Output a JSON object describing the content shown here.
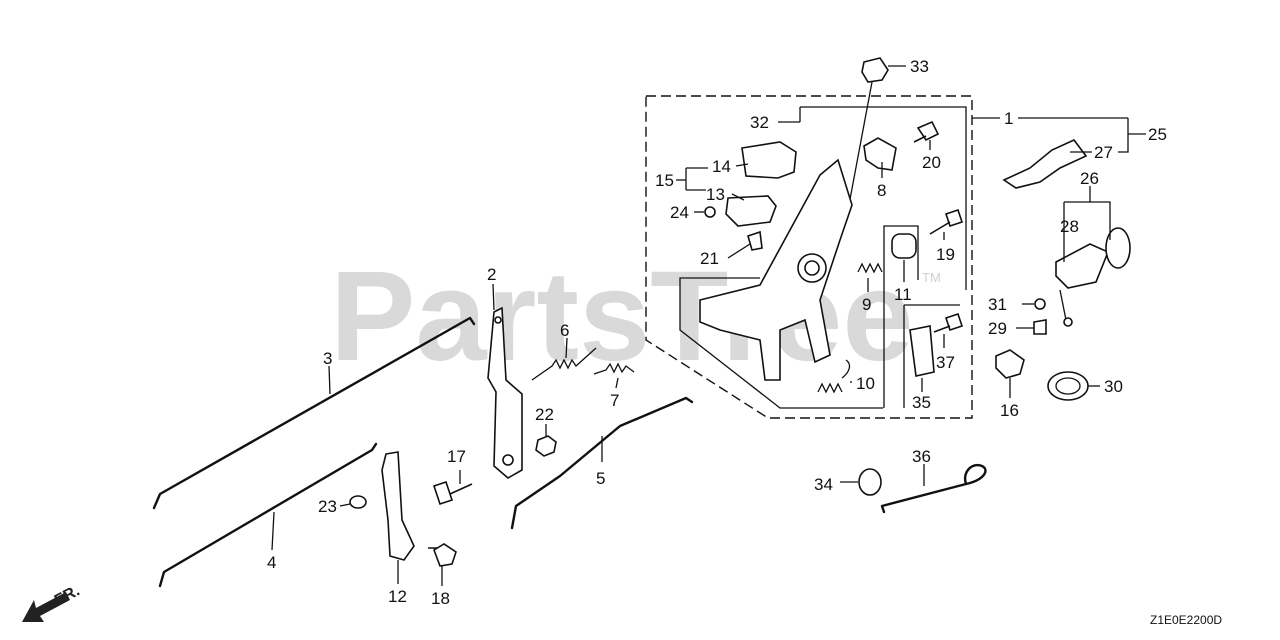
{
  "watermark": "PartsTree",
  "watermark_tm": "TM",
  "diagram_code": "Z1E0E2200D",
  "front_arrow_label": "FR.",
  "callouts": [
    "1",
    "2",
    "3",
    "4",
    "5",
    "6",
    "7",
    "8",
    "9",
    "10",
    "11",
    "12",
    "13",
    "14",
    "15",
    "16",
    "17",
    "18",
    "19",
    "20",
    "21",
    "22",
    "23",
    "24",
    "25",
    "26",
    "27",
    "28",
    "29",
    "30",
    "31",
    "32",
    "33",
    "34",
    "35",
    "36",
    "37"
  ]
}
